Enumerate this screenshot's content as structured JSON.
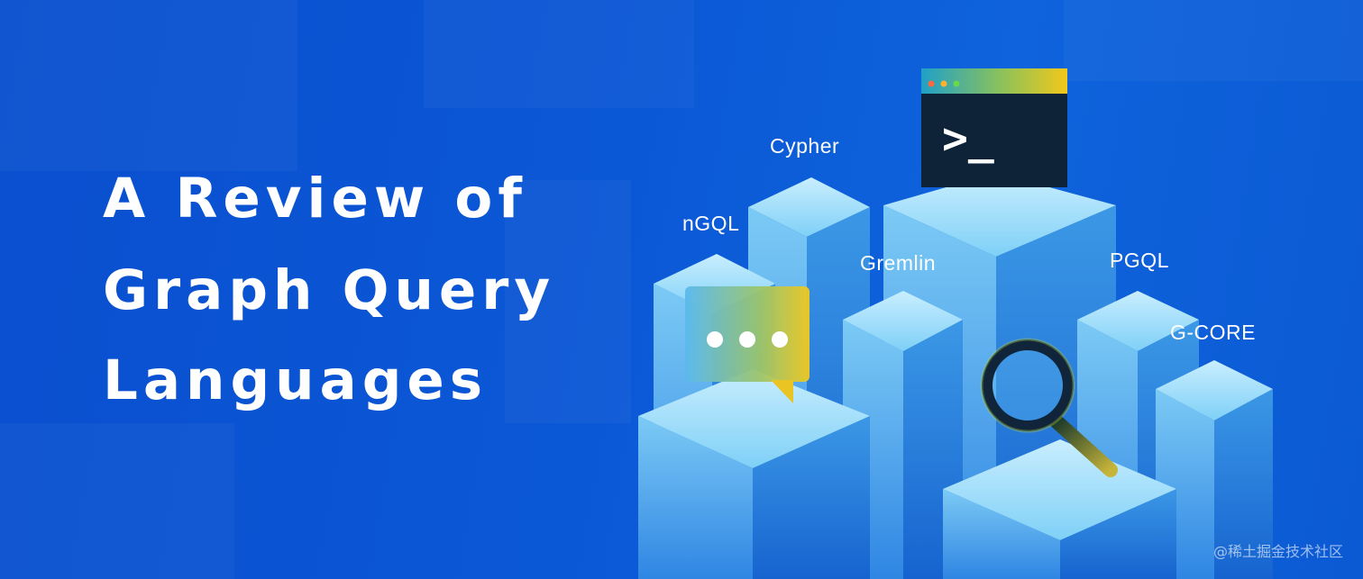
{
  "banner": {
    "title_lines": [
      "A Review of",
      "Graph Query",
      "Languages"
    ],
    "labels": {
      "cypher": "Cypher",
      "ngql": "nGQL",
      "gremlin": "Gremlin",
      "pgql": "PGQL",
      "gcore": "G-CORE"
    },
    "terminal_prompt": ">_",
    "watermark": "@稀土掘金技术社区"
  },
  "colors": {
    "background": "#0b58d6",
    "accent_yellow": "#f2c81a",
    "terminal_dark": "#0e2238",
    "block_light": "#7fd0f7"
  },
  "icons": [
    "terminal-window-icon",
    "chat-bubble-icon",
    "magnifier-icon"
  ]
}
